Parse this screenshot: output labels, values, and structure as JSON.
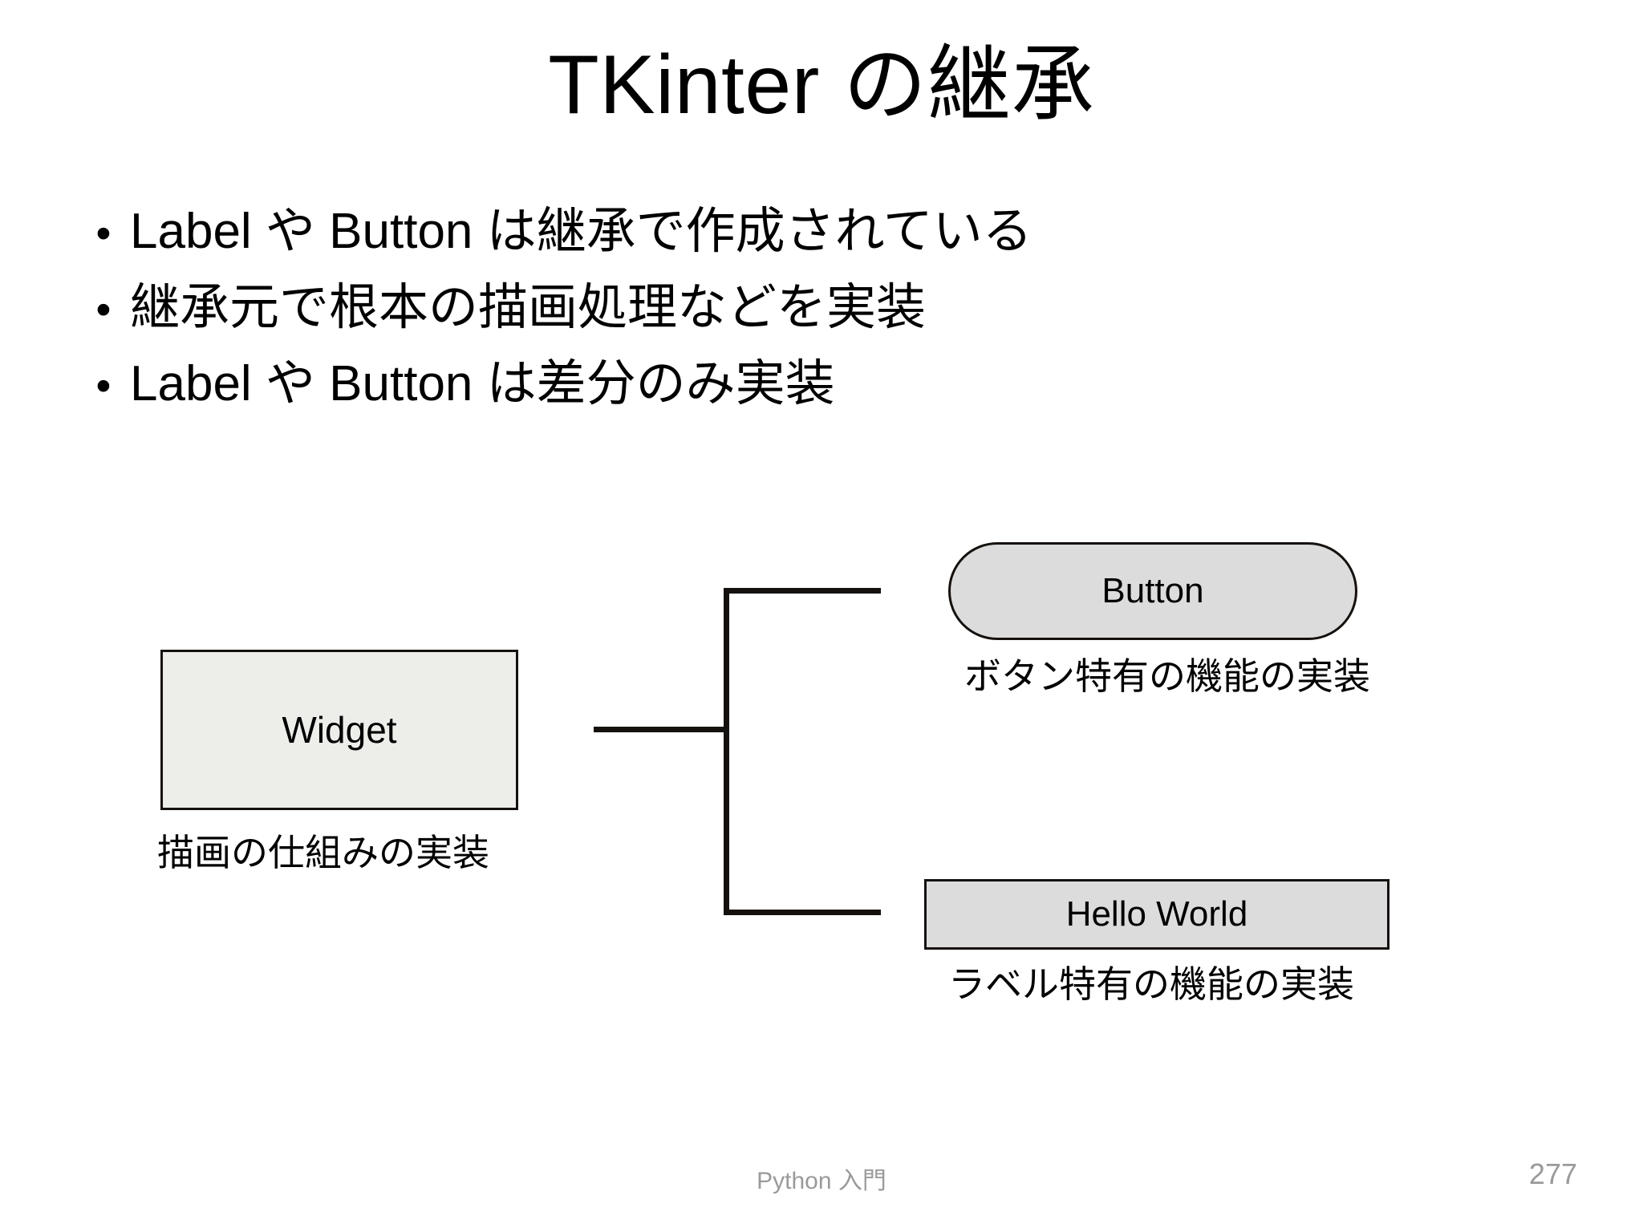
{
  "slide": {
    "title": "TKinter の継承",
    "background_color": "#FFFFFF",
    "text_color": "#000000"
  },
  "bullets": {
    "marker": "•",
    "items": [
      {
        "text": "Label や Button は継承で作成されている"
      },
      {
        "text": "継承元で根本の描画処理などを実装"
      },
      {
        "text": "Label や Button は差分のみ実装"
      }
    ]
  },
  "diagram": {
    "type": "inheritance-tree",
    "base": {
      "label": "Widget",
      "caption": "描画の仕組みの実装",
      "shape": "rectangle",
      "fill_color": "#EDEEE9",
      "border_color": "#15110E"
    },
    "children": [
      {
        "label": "Button",
        "caption": "ボタン特有の機能の実装",
        "shape": "rounded-rectangle",
        "fill_color": "#DCDCDC",
        "border_color": "#15110E"
      },
      {
        "label": "Hello World",
        "caption": "ラベル特有の機能の実装",
        "shape": "rectangle",
        "fill_color": "#DCDCDC",
        "border_color": "#15110E"
      }
    ],
    "connector_color": "#15110E"
  },
  "footer": {
    "title": "Python 入門",
    "page_number": "277",
    "color": "#9A9A9A"
  }
}
